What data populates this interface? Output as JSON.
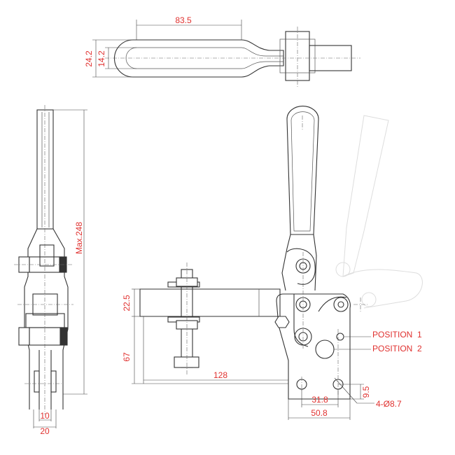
{
  "dimensions": {
    "top_length": "83.5",
    "top_width_outer": "24.2",
    "top_width_inner": "14.2",
    "max_height": "Max.248",
    "side_width_inner": "10",
    "side_width_outer": "20",
    "arm_height": "22.5",
    "base_height": "67",
    "arm_length": "128",
    "hole_spacing": "31.8",
    "base_width": "50.8",
    "hole_offset": "9.5",
    "hole_spec": "4-Ø8.7"
  },
  "callouts": {
    "position_1": "POSITION  1",
    "position_2": "POSITION  2"
  },
  "colors": {
    "dimension_text": "#e0312f",
    "line": "#333333"
  }
}
